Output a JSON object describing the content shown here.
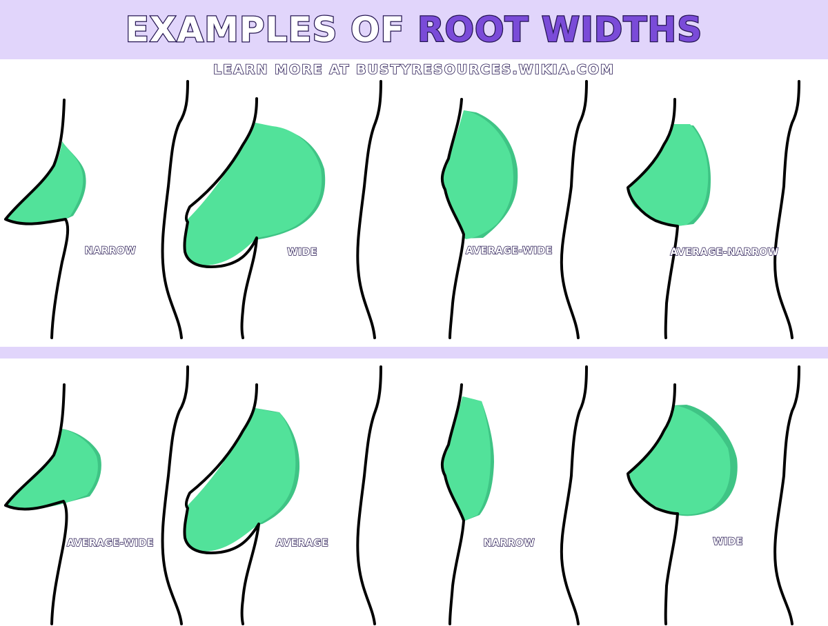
{
  "header": {
    "title_part1": "EXAMPLES OF",
    "title_part2": "ROOT WIDTHS",
    "subtitle": "LEARN MORE AT BUSTYRESOURCES.WIKIA.COM"
  },
  "colors": {
    "band": "#e1d5fb",
    "accent_purple": "#7a4bd8",
    "outline_navy": "#231450",
    "fill_green": "#52e29a",
    "fill_green_edge": "#3fc485",
    "line_black": "#000000"
  },
  "rows": [
    {
      "examples": [
        {
          "label": "NARROW"
        },
        {
          "label": "WIDE"
        },
        {
          "label": "AVERAGE-WIDE"
        },
        {
          "label": "AVERAGE-NARROW"
        }
      ]
    },
    {
      "examples": [
        {
          "label": "AVERAGE-WIDE"
        },
        {
          "label": "AVERAGE"
        },
        {
          "label": "NARROW"
        },
        {
          "label": "WIDE"
        }
      ]
    }
  ]
}
